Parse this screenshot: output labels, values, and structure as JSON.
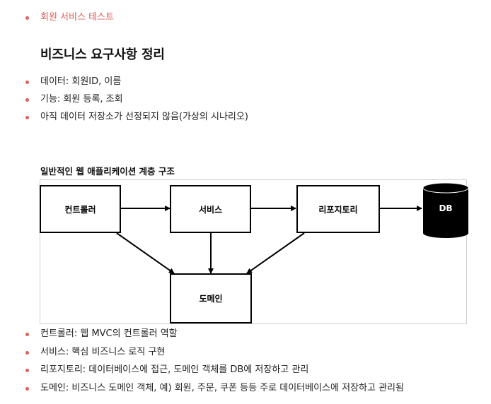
{
  "top_item": "회원 서비스 테스트",
  "section_title": "비즈니스 요구사항 정리",
  "requirements": [
    "데이터: 회원ID, 이름",
    "기능: 회원 등록, 조회",
    "아직 데이터 저장소가 선정되지 않음(가상의 시나리오)"
  ],
  "diagram": {
    "title": "일반적인 웹 애플리케이션 계층 구조",
    "controller": "컨트롤러",
    "service": "서비스",
    "repository": "리포지토리",
    "db": "DB",
    "domain": "도메인"
  },
  "descriptions": [
    "컨트롤러: 웹 MVC의 컨트롤러 역할",
    "서비스: 핵심 비즈니스 로직 구현",
    "리포지토리: 데이터베이스에 접근, 도메인 객체를 DB에 저장하고 관리",
    "도메인: 비즈니스 도메인 객체, 예) 회원, 주문, 쿠폰 등등 주로 데이터베이스에 저장하고 관리됨"
  ],
  "colors": {
    "bullet": "#e0605a",
    "accent_text": "#e0605a",
    "box_border": "#000000",
    "db_fill": "#000000"
  }
}
